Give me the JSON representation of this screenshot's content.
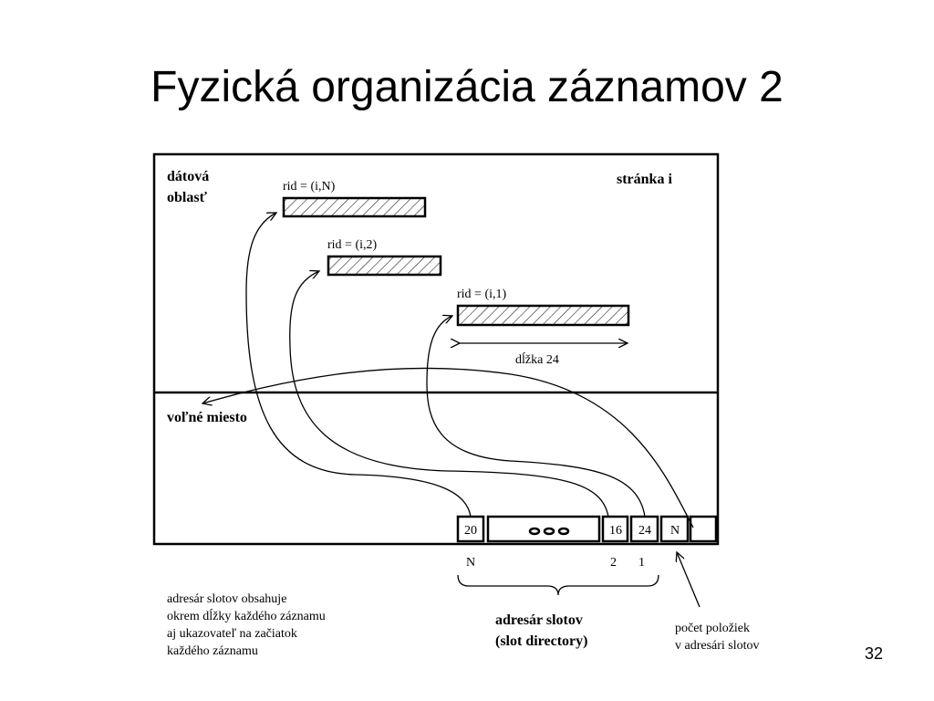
{
  "slide": {
    "title": "Fyzická organizácia záznamov 2",
    "page_number": "32"
  },
  "diagram": {
    "data_area_line1": "dátová",
    "data_area_line2": "oblasť",
    "page_label": "stránka i",
    "free_space_label": "voľné miesto",
    "records": [
      {
        "rid": "rid = (i,N)"
      },
      {
        "rid": "rid = (i,2)"
      },
      {
        "rid": "rid = (i,1)"
      }
    ],
    "length_label": "dĺžka 24",
    "slots": {
      "cell_20": "20",
      "cell_ellipsis": "",
      "cell_16": "16",
      "cell_24": "24",
      "cell_N": "N"
    },
    "slot_index_N": "N",
    "slot_index_2": "2",
    "slot_index_1": "1",
    "note_lines": [
      "adresár slotov obsahuje",
      "okrem dĺžky každého záznamu",
      "aj ukazovateľ na začiatok",
      "každého záznamu"
    ],
    "slot_directory_line1": "adresár slotov",
    "slot_directory_line2": "(slot directory)",
    "count_label_line1": "počet položiek",
    "count_label_line2": "v adresári slotov"
  }
}
